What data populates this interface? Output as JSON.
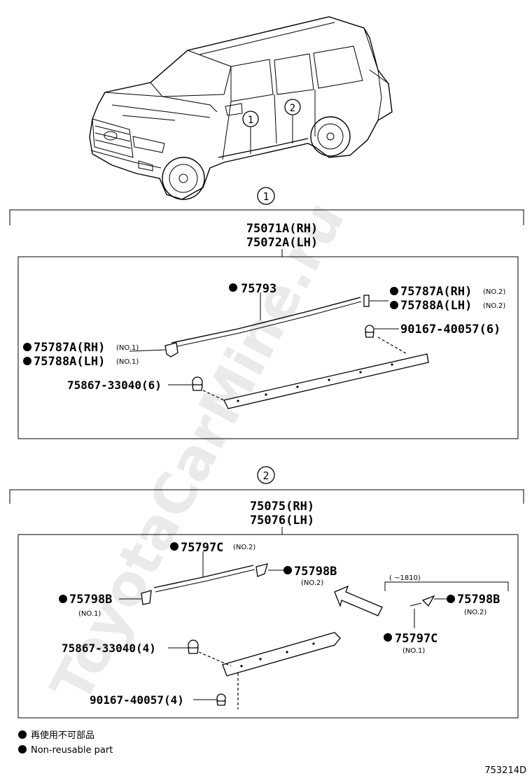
{
  "watermark": "ToyotaCarMine.ru",
  "diagram_code": "753214D",
  "section1": {
    "marker": "1",
    "assembly_rh": "75071A(RH)",
    "assembly_lh": "75072A(LH)",
    "parts": {
      "molding": "75793",
      "clip_no2_rh": "75787A(RH)",
      "clip_no2_lh": "75788A(LH)",
      "no2": "(NO.2)",
      "clip_no1_rh": "75787A(RH)",
      "clip_no1_lh": "75788A(LH)",
      "no1": "(NO.1)",
      "fastener_a": "90167-40057(6)",
      "fastener_b": "75867-33040(6)"
    }
  },
  "section2": {
    "marker": "2",
    "assembly_rh": "75075(RH)",
    "assembly_lh": "75076(LH)",
    "parts": {
      "molding_no2": "75797C",
      "no2_a": "(NO.2)",
      "clip_top": "75798B",
      "no2_b": "(NO.2)",
      "clip_left": "75798B",
      "no1_a": "(NO.1)",
      "range_label": "(  ~1810)",
      "clip_right": "75798B",
      "no2_c": "(NO.2)",
      "molding_no1": "75797C",
      "no1_b": "(NO.1)",
      "fastener_b": "75867-33040(4)",
      "fastener_a": "90167-40057(4)"
    }
  },
  "legend": {
    "jp": "再使用不可部品",
    "en": "Non-reusable part"
  },
  "car": {
    "marker_1": "1",
    "marker_2": "2"
  }
}
